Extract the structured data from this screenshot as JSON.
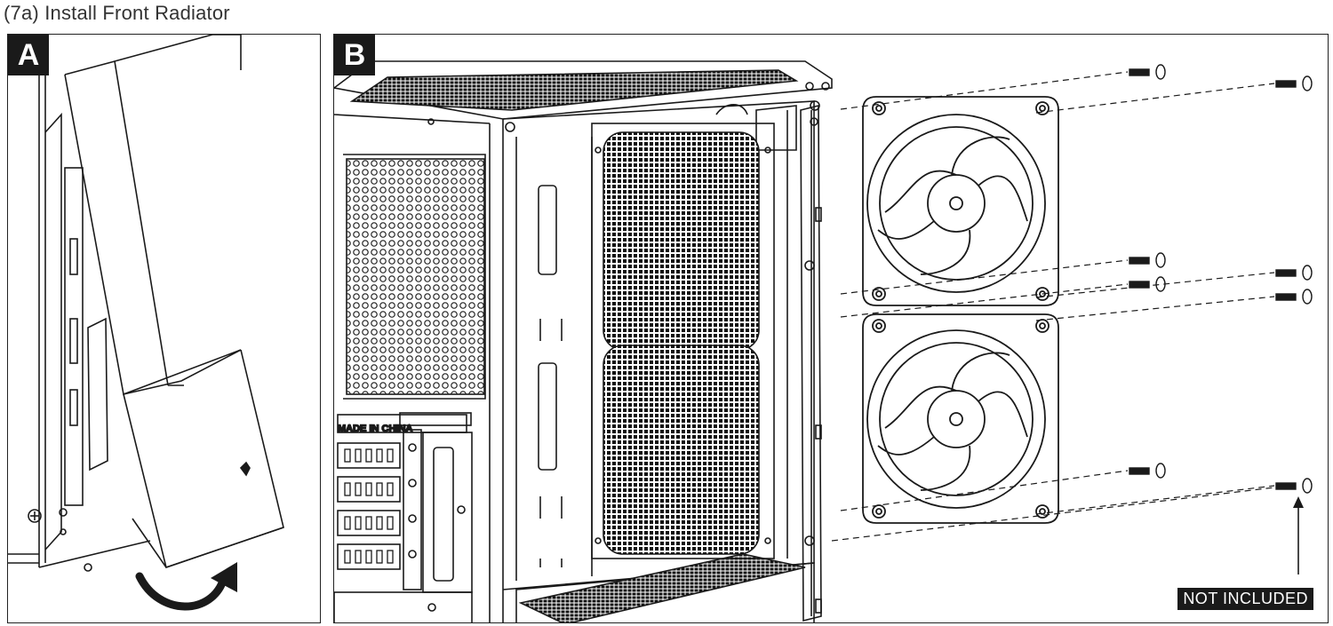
{
  "page": {
    "title": "(7a) Install Front Radiator"
  },
  "panels": [
    {
      "label": "A",
      "rotation_arrow": "curved-arrow-icon"
    },
    {
      "label": "B",
      "case_text": "MADE IN CHINA",
      "note": "NOT INCLUDED"
    }
  ],
  "colors": {
    "line": "#1a1a1a",
    "badge": "#1a1a1a",
    "background": "#ffffff"
  }
}
